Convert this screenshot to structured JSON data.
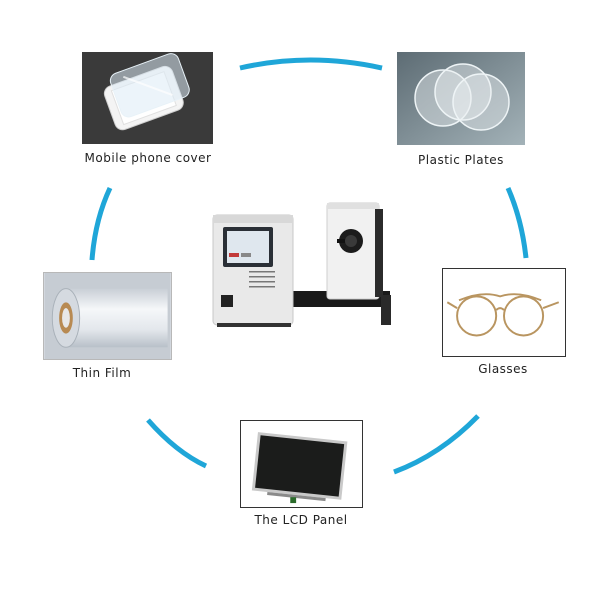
{
  "applications": [
    {
      "key": "mobile",
      "label": "Mobile phone cover"
    },
    {
      "key": "plastic",
      "label": "Plastic Plates"
    },
    {
      "key": "film",
      "label": "Thin Film"
    },
    {
      "key": "glasses",
      "label": "Glasses"
    },
    {
      "key": "lcd",
      "label": "The LCD Panel"
    }
  ],
  "colors": {
    "arc": "#1fa6d8",
    "panel_bg": "#f2f2f2"
  },
  "icons": [
    "phone-screen-protector-icon",
    "plastic-discs-icon",
    "film-roll-icon",
    "eyeglasses-icon",
    "lcd-panel-icon",
    "haze-meter-device-icon"
  ]
}
